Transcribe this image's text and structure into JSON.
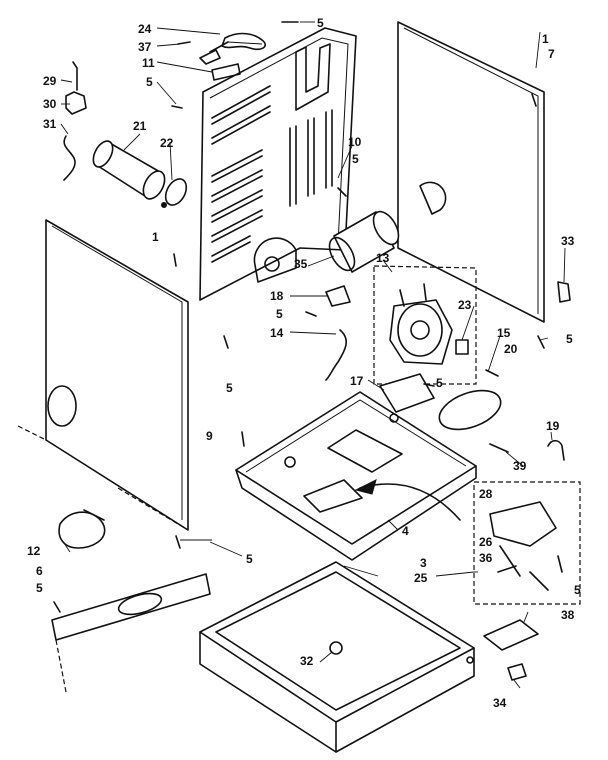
{
  "labels": [
    {
      "id": "p24",
      "text": "24"
    },
    {
      "id": "p37",
      "text": "37"
    },
    {
      "id": "p11",
      "text": "11"
    },
    {
      "id": "p5a",
      "text": "5"
    },
    {
      "id": "p5b",
      "text": "5"
    },
    {
      "id": "p29",
      "text": "29"
    },
    {
      "id": "p30",
      "text": "30"
    },
    {
      "id": "p31",
      "text": "31"
    },
    {
      "id": "p21",
      "text": "21"
    },
    {
      "id": "p22",
      "text": "22"
    },
    {
      "id": "p10",
      "text": "10"
    },
    {
      "id": "p5c",
      "text": "5"
    },
    {
      "id": "p1a",
      "text": "1"
    },
    {
      "id": "p7",
      "text": "7"
    },
    {
      "id": "p1b",
      "text": "1"
    },
    {
      "id": "p33",
      "text": "33"
    },
    {
      "id": "p35",
      "text": "35"
    },
    {
      "id": "p13",
      "text": "13"
    },
    {
      "id": "p18",
      "text": "18"
    },
    {
      "id": "p5d",
      "text": "5"
    },
    {
      "id": "p23",
      "text": "23"
    },
    {
      "id": "p14",
      "text": "14"
    },
    {
      "id": "p15",
      "text": "15"
    },
    {
      "id": "p20",
      "text": "20"
    },
    {
      "id": "p5e",
      "text": "5"
    },
    {
      "id": "p17",
      "text": "17"
    },
    {
      "id": "p5f",
      "text": "5"
    },
    {
      "id": "p5g",
      "text": "5"
    },
    {
      "id": "p9",
      "text": "9"
    },
    {
      "id": "p19",
      "text": "19"
    },
    {
      "id": "p39",
      "text": "39"
    },
    {
      "id": "p28",
      "text": "28"
    },
    {
      "id": "p4",
      "text": "4"
    },
    {
      "id": "p12",
      "text": "12"
    },
    {
      "id": "p5h",
      "text": "5"
    },
    {
      "id": "p26",
      "text": "26"
    },
    {
      "id": "p36",
      "text": "36"
    },
    {
      "id": "p6",
      "text": "6"
    },
    {
      "id": "p5i",
      "text": "5"
    },
    {
      "id": "p3",
      "text": "3"
    },
    {
      "id": "p25",
      "text": "25"
    },
    {
      "id": "p5j",
      "text": "5"
    },
    {
      "id": "p38",
      "text": "38"
    },
    {
      "id": "p32",
      "text": "32"
    },
    {
      "id": "p34",
      "text": "34"
    }
  ]
}
